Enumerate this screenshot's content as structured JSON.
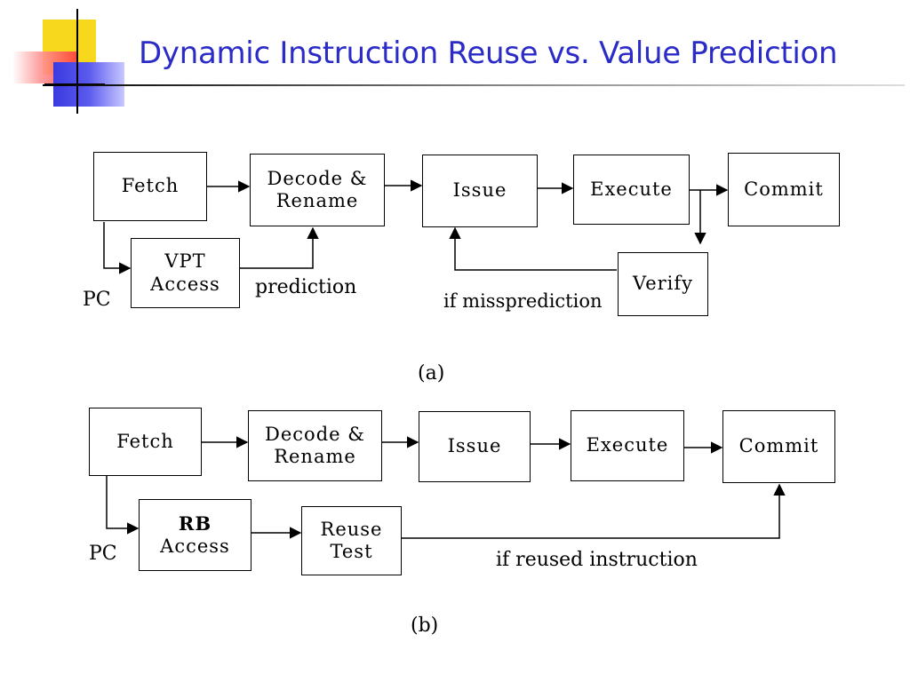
{
  "title": "Dynamic Instruction Reuse vs. Value Prediction",
  "diagram_a": {
    "boxes": {
      "fetch": "Fetch",
      "decode_line1": "Decode &",
      "decode_line2": "Rename",
      "issue": "Issue",
      "execute": "Execute",
      "commit": "Commit",
      "vpt_line1": "VPT",
      "vpt_line2": "Access",
      "verify": "Verify"
    },
    "labels": {
      "pc": "PC",
      "prediction": "prediction",
      "misprediction": "if missprediction"
    },
    "caption": "(a)"
  },
  "diagram_b": {
    "boxes": {
      "fetch": "Fetch",
      "decode_line1": "Decode &",
      "decode_line2": "Rename",
      "issue": "Issue",
      "execute": "Execute",
      "commit": "Commit",
      "rb_line1": "RB",
      "rb_line2": "Access",
      "reuse_line1": "Reuse",
      "reuse_line2": "Test"
    },
    "labels": {
      "pc": "PC",
      "reused": "if reused instruction"
    },
    "caption": "(b)"
  }
}
